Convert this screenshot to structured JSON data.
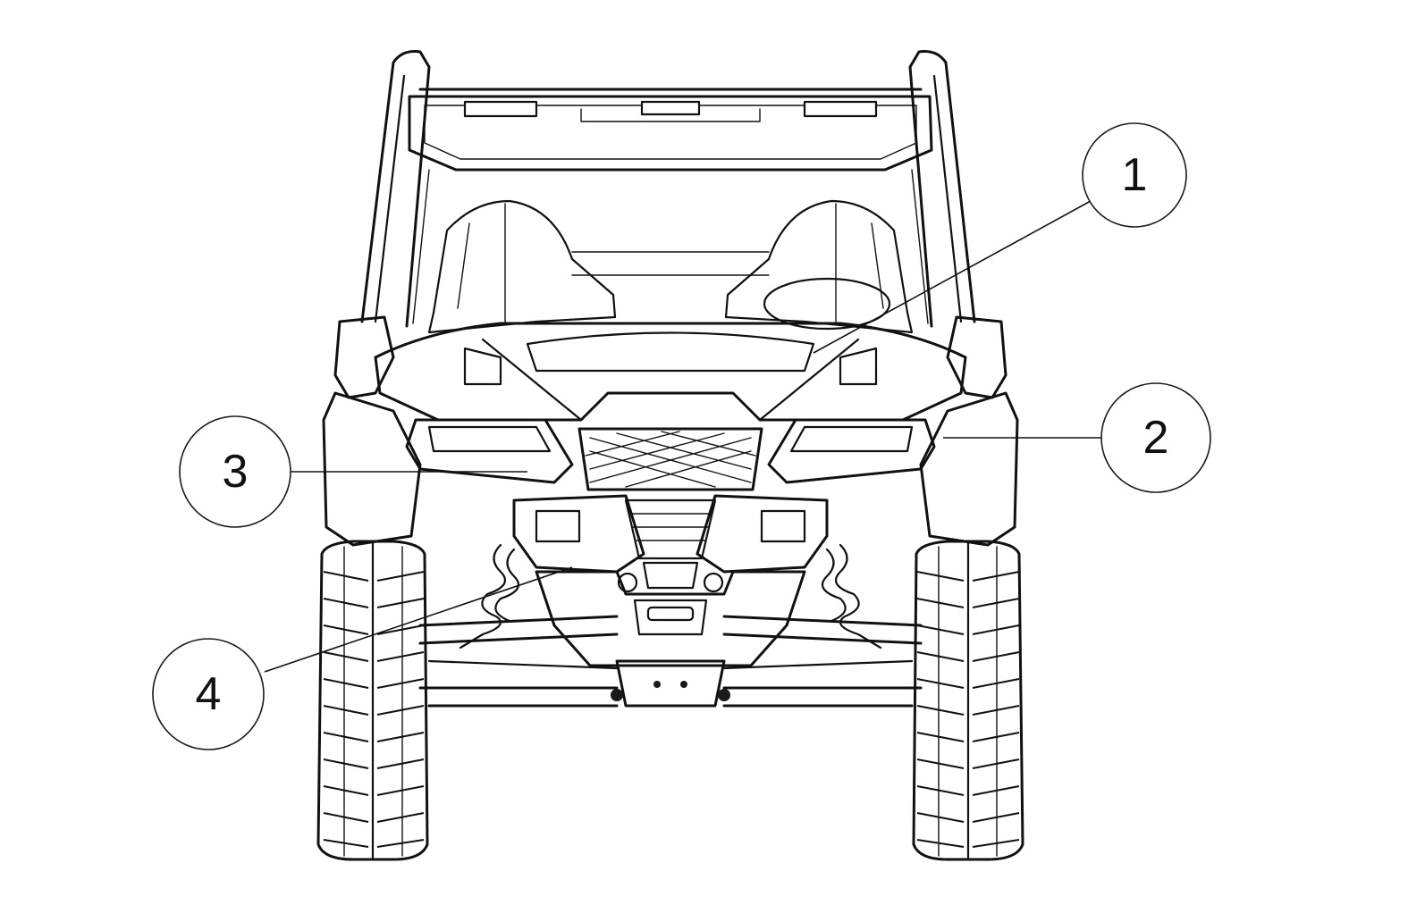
{
  "figure": {
    "callouts": [
      {
        "label": "1"
      },
      {
        "label": "2"
      },
      {
        "label": "3"
      },
      {
        "label": "4"
      }
    ]
  }
}
